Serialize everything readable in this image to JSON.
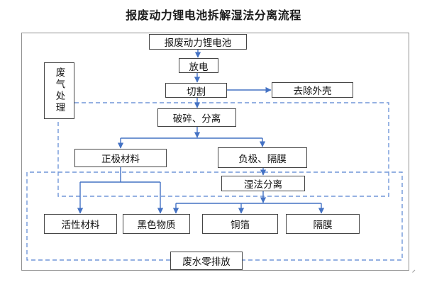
{
  "title": "报废动力锂电池拆解湿法分离流程",
  "diagram": {
    "nodes": {
      "battery": "报废动力锂电池",
      "discharge": "放电",
      "cutting": "切割",
      "remove_casing": "去除外壳",
      "crush_separate": "破碎、分离",
      "cathode_material": "正极材料",
      "anode_separator": "负极、隔膜",
      "wet_separation": "湿法分离",
      "active_material": "活性材料",
      "black_mass": "黑色物质",
      "copper_foil": "铜箔",
      "separator": "隔膜",
      "waste_gas_treatment": "废气处理",
      "zero_wastewater": "废水零排放"
    },
    "colors": {
      "solid_connector": "#4472c4",
      "dashed_connector": "#7096d8",
      "box_border": "#454545",
      "frame_border": "#8f8f8f"
    }
  }
}
